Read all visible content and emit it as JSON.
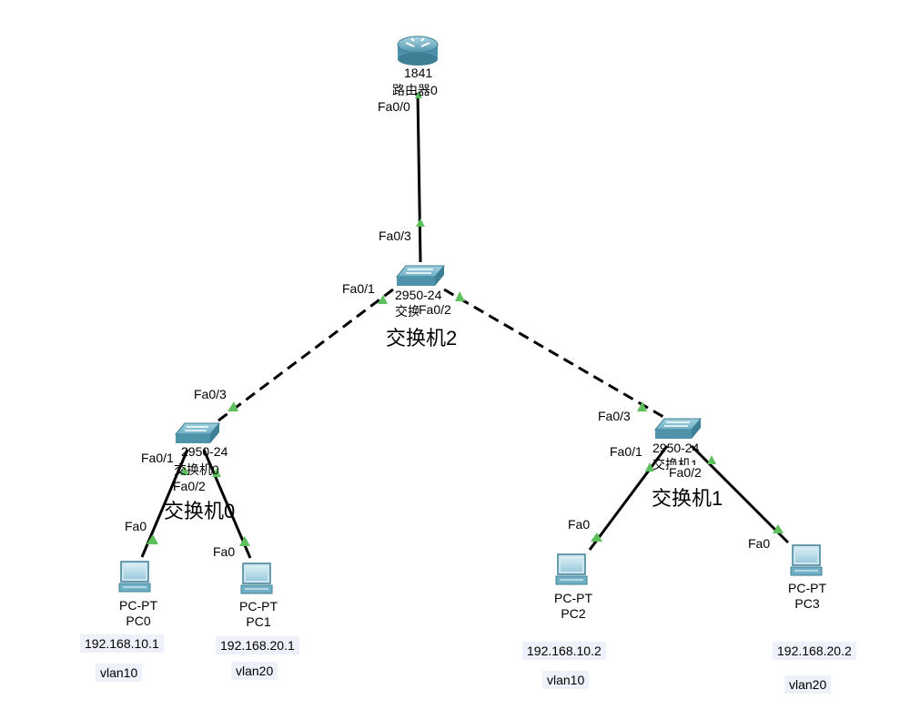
{
  "router": {
    "model": "1841",
    "name": "路由器0"
  },
  "core_switch": {
    "model": "2950-24",
    "name_short": "交换机2",
    "name": "交换机2"
  },
  "switch0": {
    "model": "2950-24",
    "name_short": "交换机0",
    "name": "交换机0"
  },
  "switch1": {
    "model": "2950-24",
    "name_short": "交换机1",
    "name": "交换机1"
  },
  "ports": {
    "router_fa00": "Fa0/0",
    "sw2_fa03": "Fa0/3",
    "sw2_fa01": "Fa0/1",
    "sw2_fa02": "Fa0/2",
    "sw0_fa03": "Fa0/3",
    "sw0_fa01": "Fa0/1",
    "sw0_fa02": "Fa0/2",
    "sw1_fa03": "Fa0/3",
    "sw1_fa01": "Fa0/1",
    "sw1_fa02": "Fa0/2",
    "pc0_fa0": "Fa0",
    "pc1_fa0": "Fa0",
    "pc2_fa0": "Fa0",
    "pc3_fa0": "Fa0"
  },
  "pcs": [
    {
      "type": "PC-PT",
      "name": "PC0",
      "ip": "192.168.10.1",
      "vlan": "vlan10"
    },
    {
      "type": "PC-PT",
      "name": "PC1",
      "ip": "192.168.20.1",
      "vlan": "vlan20"
    },
    {
      "type": "PC-PT",
      "name": "PC2",
      "ip": "192.168.10.2",
      "vlan": "vlan10"
    },
    {
      "type": "PC-PT",
      "name": "PC3",
      "ip": "192.168.20.2",
      "vlan": "vlan20"
    }
  ],
  "colors": {
    "link": "#000000",
    "link_up": "#5cc05c",
    "device_body": "#5b9db3",
    "device_top": "#8fc6d6",
    "note_bg": "#eef1fa"
  }
}
